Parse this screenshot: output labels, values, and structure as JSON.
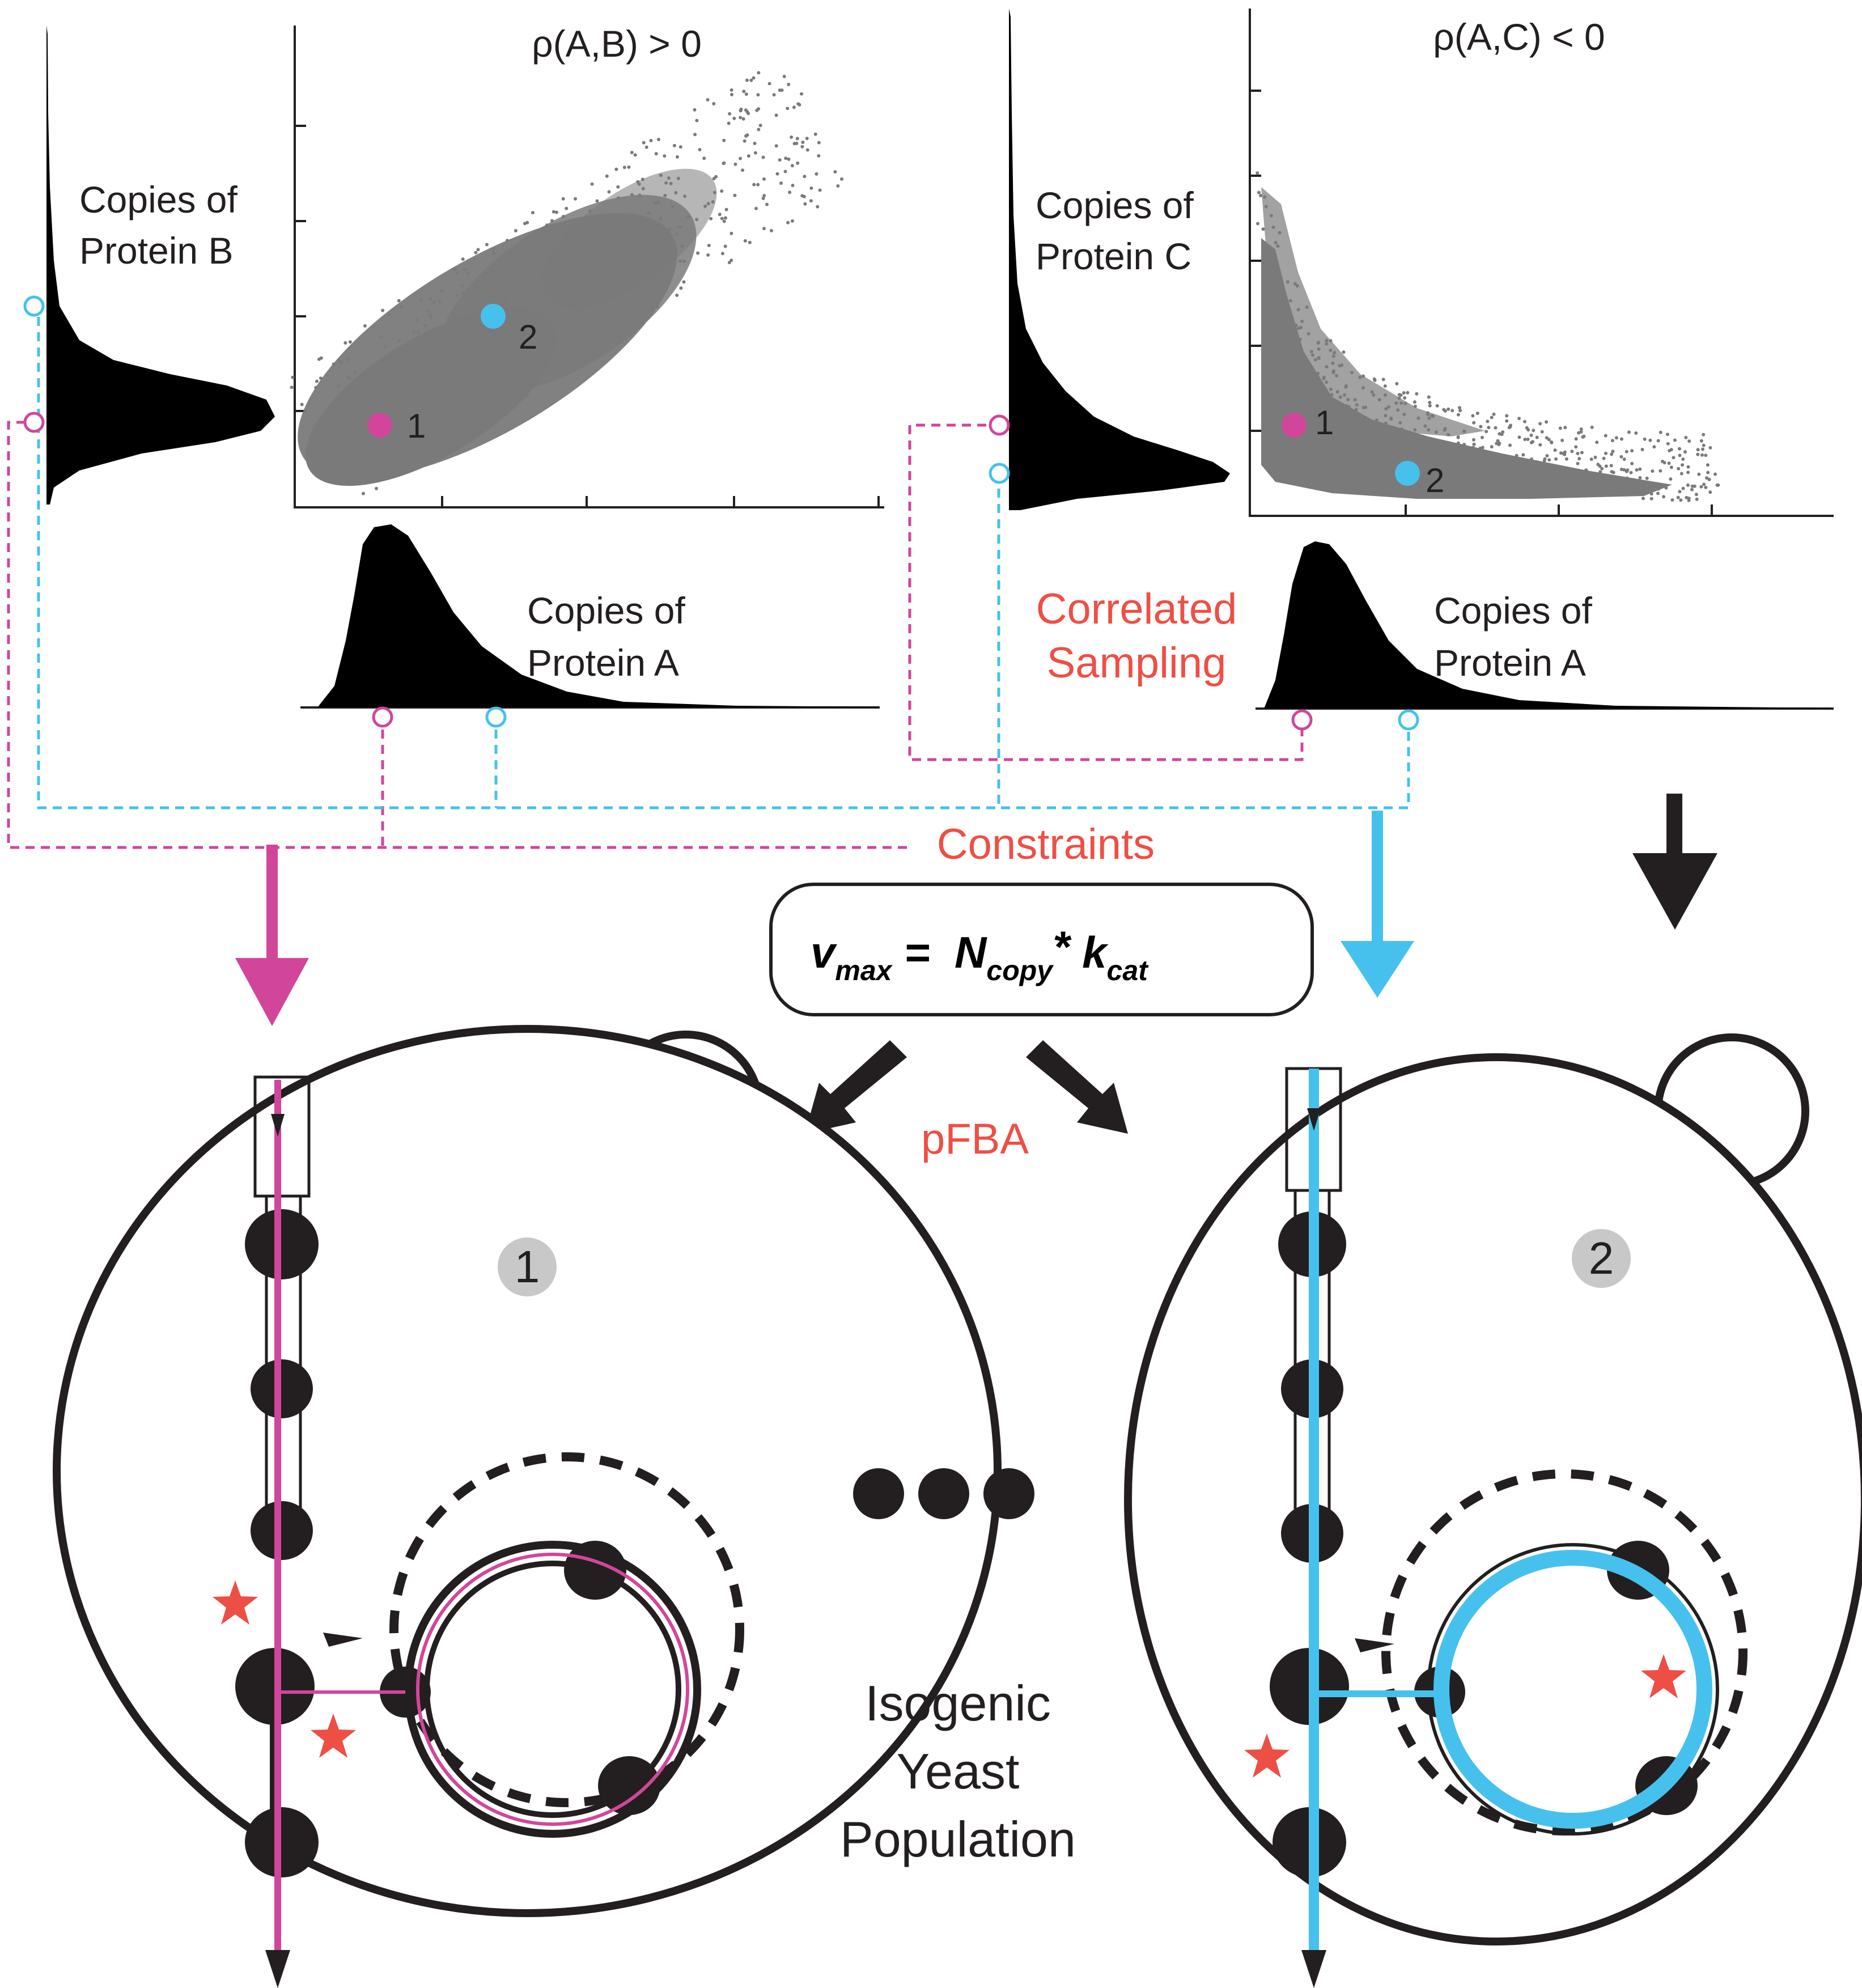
{
  "panel_left": {
    "title": "ρ(A,B) > 0",
    "y_label_line1": "Copies of",
    "y_label_line2": "Protein B",
    "x_label_line1": "Copies of",
    "x_label_line2": "Protein A",
    "point1_label": "1",
    "point2_label": "2"
  },
  "panel_right": {
    "title": "ρ(A,C) < 0",
    "y_label_line1": "Copies of",
    "y_label_line2": "Protein C",
    "x_label_line1": "Copies of",
    "x_label_line2": "Protein A",
    "point1_label": "1",
    "point2_label": "2"
  },
  "labels": {
    "correlated_line1": "Correlated",
    "correlated_line2": "Sampling",
    "constraints": "Constraints",
    "pfba": "pFBA",
    "population_line1": "Isogenic",
    "population_line2": "Yeast",
    "population_line3": "Population"
  },
  "equation": {
    "v": "v",
    "v_sub": "max",
    "eq": " =  ",
    "n": "N",
    "n_sub": "copy",
    "times": "* ",
    "k": "k",
    "k_sub": "cat"
  },
  "cells": {
    "cell1_badge": "1",
    "cell2_badge": "2"
  },
  "colors": {
    "magenta": "#d1469b",
    "cyan": "#46c1ee",
    "red": "#ee4f45",
    "scatter": "#7a7a7a",
    "dark": "#231f20"
  }
}
